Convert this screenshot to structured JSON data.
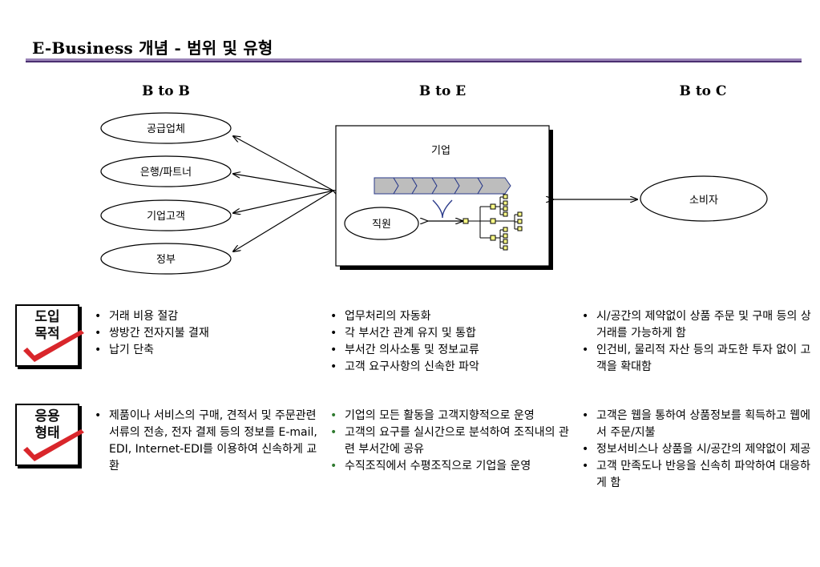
{
  "title": "E-Business 개념 - 범위 및 유형",
  "columns": {
    "b2b": "B to B",
    "b2e": "B to E",
    "b2c": "B to C"
  },
  "b2b_nodes": [
    "공급업체",
    "은행/파트너",
    "기업고객",
    "정부"
  ],
  "enterprise": {
    "label": "기업",
    "employee": "직원"
  },
  "consumer": "소비자",
  "rows": {
    "purpose": {
      "label_line1": "도입",
      "label_line2": "목적",
      "b2b": [
        "거래 비용 절감",
        "쌍방간 전자지불 결재",
        "납기 단축"
      ],
      "b2e": [
        "업무처리의 자동화",
        "각 부서간 관계 유지 및 통합",
        "부서간 의사소통 및 정보교류",
        "고객 요구사항의 신속한 파악"
      ],
      "b2c": [
        "시/공간의 제약없이 상품 주문 및 구매 등의 상거래를 가능하게 함",
        "인건비, 물리적 자산 등의 과도한 투자 없이 고객을 확대함"
      ]
    },
    "usage": {
      "label_line1": "응용",
      "label_line2": "형태",
      "b2b": [
        "제품이나 서비스의 구매, 견적서 및 주문관련 서류의 전송, 전자 결제 등의 정보를 E-mail, EDI, Internet-EDI를 이용하여 신속하게 교환"
      ],
      "b2e": [
        "기업의 모든 활동을 고객지향적으로 운영",
        "고객의 요구를 실시간으로 분석하여 조직내의 관련 부서간에 공유",
        "수직조직에서 수평조직으로 기업을 운영"
      ],
      "b2c": [
        "고객은 웹을 통하여 상품정보를 획득하고 웹에서 주문/지불",
        "정보서비스나 상품을 시/공간의 제약없이 제공",
        "고객 만족도나 반응을 신속히 파악하여 대응하게 함"
      ]
    }
  },
  "colors": {
    "header_rule": "#4a2f70",
    "process_arrow": "#bdbdbd",
    "node_box": "#ffff88",
    "check": "#d9262b"
  },
  "icons": [
    "check-mark-icon",
    "process-chevron-icon",
    "org-chart-icon"
  ]
}
